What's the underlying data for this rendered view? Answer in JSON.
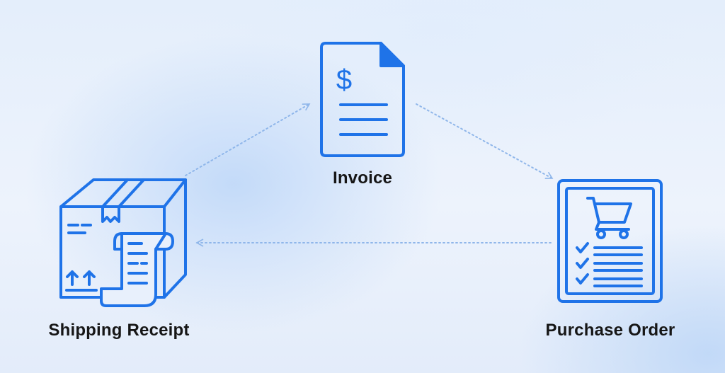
{
  "nodes": {
    "invoice": {
      "label": "Invoice",
      "icon": "invoice-document-icon"
    },
    "shipping_receipt": {
      "label": "Shipping Receipt",
      "icon": "box-with-receipt-icon"
    },
    "purchase_order": {
      "label": "Purchase Order",
      "icon": "purchase-order-cart-icon"
    }
  },
  "edges": [
    {
      "from": "shipping_receipt",
      "to": "invoice",
      "style": "dotted-arrow"
    },
    {
      "from": "invoice",
      "to": "purchase_order",
      "style": "dotted-arrow"
    },
    {
      "from": "purchase_order",
      "to": "shipping_receipt",
      "style": "dotted-arrow"
    }
  ],
  "colors": {
    "icon": "#1f73e8",
    "arrow": "#8fb6ea",
    "label": "#161616"
  }
}
